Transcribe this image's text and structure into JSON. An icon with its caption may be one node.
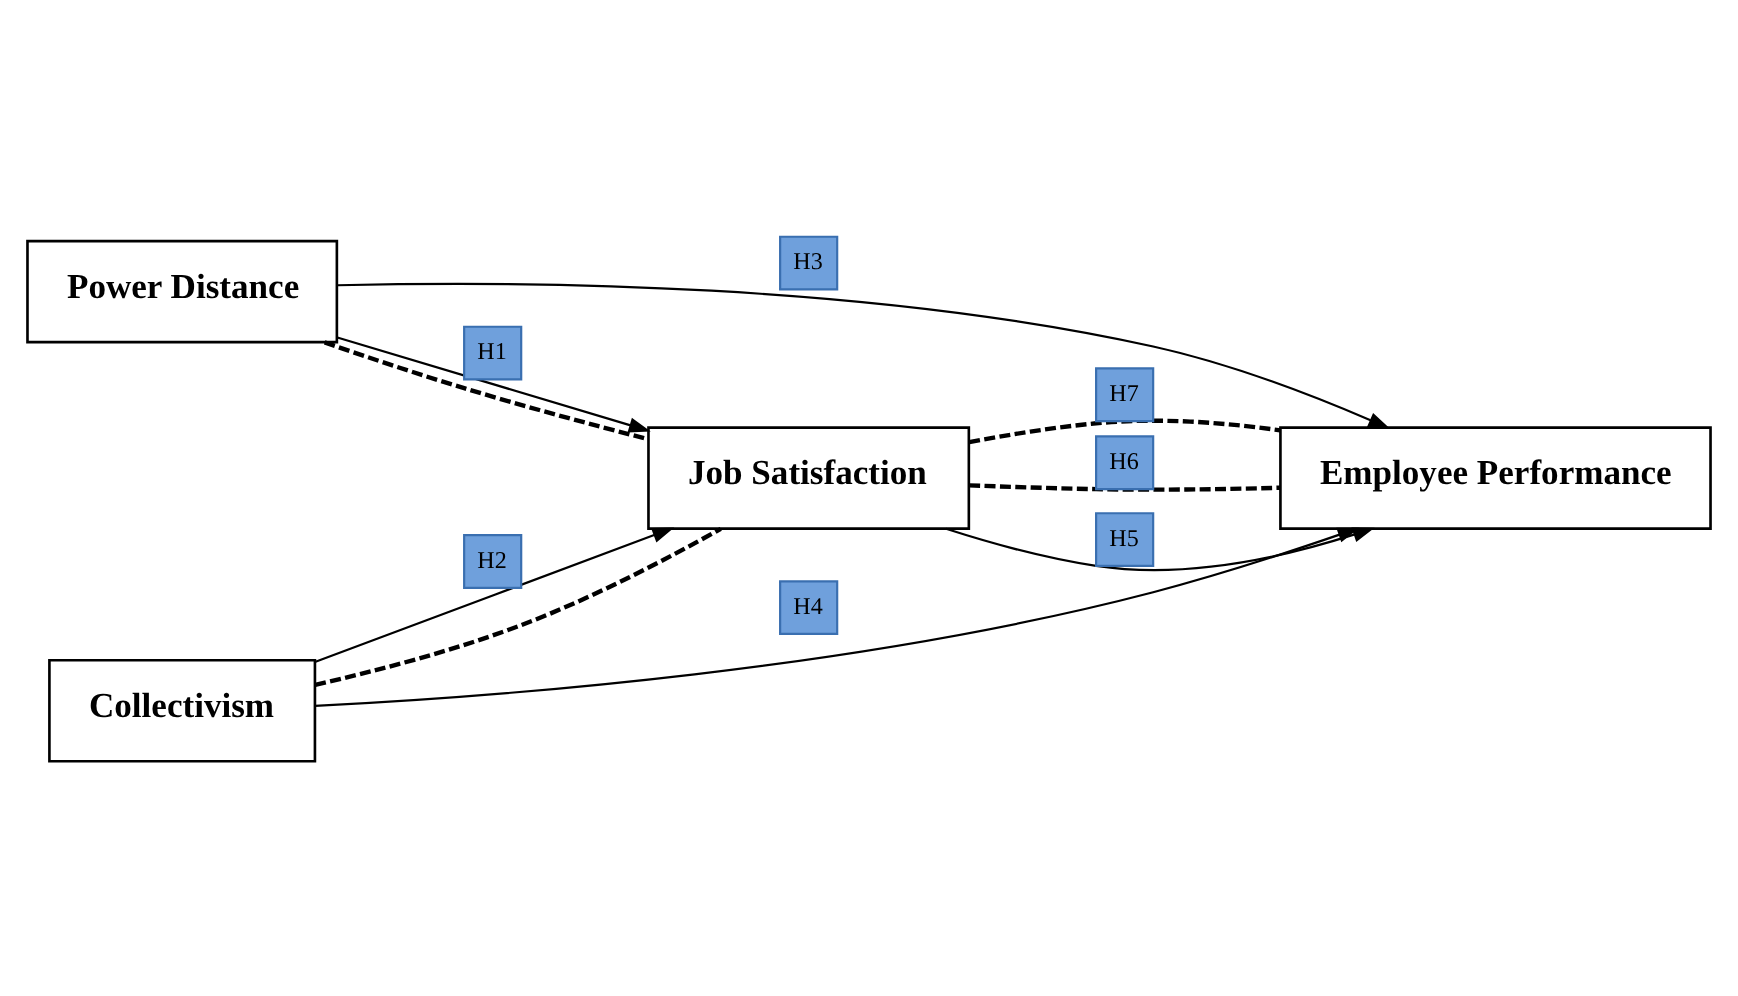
{
  "diagram": {
    "nodes": [
      {
        "text": [
          "Power Distance"
        ]
      },
      {
        "text": [
          "Job Satisfaction"
        ]
      },
      {
        "text": [
          "Employee Performance"
        ]
      },
      {
        "text": [
          "Collectivism"
        ]
      }
    ],
    "edges": [
      {
        "from": 0,
        "to": 1,
        "arrow": "to",
        "label": "H1"
      },
      {
        "from": 0,
        "to": 1,
        "arrow": "none",
        "style": "dashed"
      },
      {
        "from": 3,
        "to": 1,
        "arrow": "to",
        "label": "H2"
      },
      {
        "from": 3,
        "to": 1,
        "arrow": "none",
        "style": "dashed"
      },
      {
        "from": 0,
        "to": 2,
        "arrow": "to",
        "label": "H3"
      },
      {
        "from": 1,
        "to": 2,
        "arrow": "none",
        "style": "dashed",
        "label": "H6"
      },
      {
        "from": 1,
        "to": 2,
        "arrow": "to",
        "label": "H5"
      },
      {
        "from": 1,
        "to": 2,
        "arrow": "none",
        "style": "dashed",
        "label": "H7"
      },
      {
        "from": 3,
        "to": 2,
        "arrow": "to",
        "label": "H4"
      }
    ]
  }
}
